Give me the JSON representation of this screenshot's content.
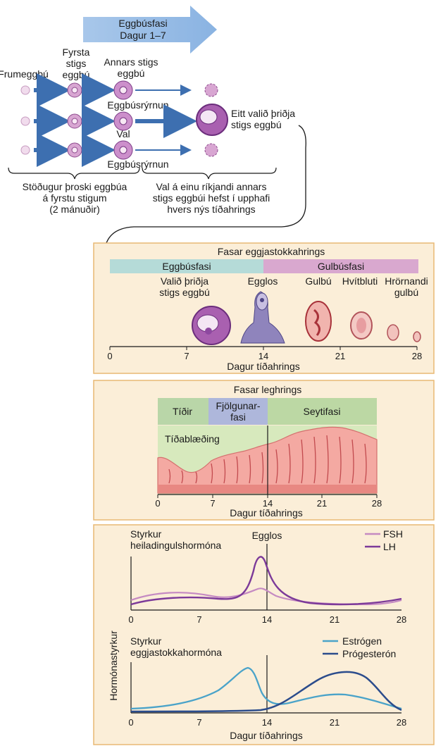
{
  "top": {
    "banner_line1": "Eggbúsfasi",
    "banner_line2": "Dagur 1–7",
    "col_primordial": "Frumeggbú",
    "col_primary_1": "Fyrsta",
    "col_primary_2": "stigs",
    "col_primary_3": "eggbú",
    "col_secondary_1": "Annars stigs",
    "col_secondary_2": "eggbú",
    "atresia_top": "Eggbúsrýrnun",
    "selection": "Val",
    "atresia_bottom": "Eggbúsrýrnun",
    "selected_1": "Eitt valið þriðja",
    "selected_2": "stigs eggbú",
    "note_left_1": "Stöðugur þroski eggbúa",
    "note_left_2": "á fyrstu stigum",
    "note_left_3": "(2 mánuðir)",
    "note_right_1": "Val á einu ríkjandi annars",
    "note_right_2": "stigs eggbúi hefst í upphafi",
    "note_right_3": "hvers nýs tíðahrings"
  },
  "ovarian": {
    "title": "Fasar eggjastokkahrings",
    "phase_follicular": "Eggbúsfasi",
    "phase_luteal": "Gulbúsfasi",
    "label_selected_1": "Valið þriðja",
    "label_selected_2": "stigs eggbú",
    "label_ovulation": "Egglos",
    "label_corpus_luteum": "Gulbú",
    "label_albicans": "Hvítbluti",
    "label_degenerating_1": "Hrörnandi",
    "label_degenerating_2": "gulbú",
    "xlabel": "Dagur tíðahrings",
    "ticks": [
      "0",
      "7",
      "14",
      "21",
      "28"
    ],
    "colors": {
      "follicular": "#b5dbd8",
      "luteal": "#d9a8cf",
      "panel": "#fbeed8",
      "panel_border": "#e8b874"
    }
  },
  "uterine": {
    "title": "Fasar leghrings",
    "phase_menses": "Tíðir",
    "phase_prolif_1": "Fjölgunar-",
    "phase_prolif_2": "fasi",
    "phase_secretory": "Seytifasi",
    "menstruation": "Tíðablæðing",
    "xlabel": "Dagur tíðahrings",
    "ticks": [
      "0",
      "7",
      "14",
      "21",
      "28"
    ],
    "colors": {
      "menses": "#b9d6a8",
      "proliferative": "#aeb7db",
      "secretory": "#bcd8a4"
    }
  },
  "hormones": {
    "ylabel": "Hormónastyrkur",
    "pituitary_title_1": "Styrkur",
    "pituitary_title_2": "heiladingulshormóna",
    "ovulation": "Egglos",
    "legend_fsh": "FSH",
    "legend_lh": "LH",
    "ovarian_title_1": "Styrkur",
    "ovarian_title_2": "eggjastokkahormóna",
    "legend_estrogen": "Estrógen",
    "legend_progesterone": "Prógesterón",
    "xlabel": "Dagur tíðahrings",
    "ticks": [
      "0",
      "7",
      "14",
      "21",
      "28"
    ],
    "colors": {
      "fsh": "#c58ac2",
      "lh": "#7c3a99",
      "estrogen": "#4aa3c9",
      "progesterone": "#2b4c8c"
    }
  }
}
